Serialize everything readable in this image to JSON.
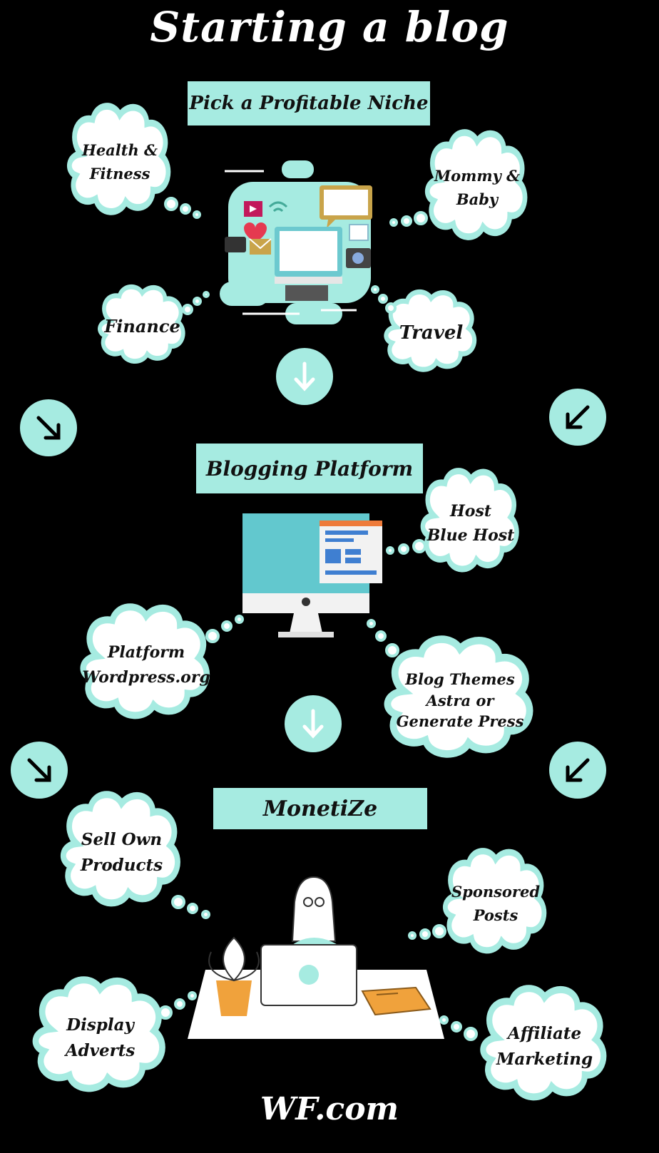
{
  "title": "Starting a blog",
  "sections": [
    {
      "heading": "Pick a Profitable Niche",
      "bubbles": [
        {
          "lines": [
            "Health &",
            "Fitness"
          ]
        },
        {
          "lines": [
            "Mommy &",
            "Baby"
          ]
        },
        {
          "lines": [
            "Finance"
          ]
        },
        {
          "lines": [
            "Travel"
          ]
        }
      ]
    },
    {
      "heading": "Blogging Platform",
      "bubbles": [
        {
          "lines": [
            "Host",
            "Blue Host"
          ]
        },
        {
          "lines": [
            "Platform",
            "Wordpress.org"
          ]
        },
        {
          "lines": [
            "Blog Themes",
            "Astra or",
            "Generate Press"
          ]
        }
      ]
    },
    {
      "heading": "MonetiZe",
      "bubbles": [
        {
          "lines": [
            "Sell Own",
            "Products"
          ]
        },
        {
          "lines": [
            "Sponsored",
            "Posts"
          ]
        },
        {
          "lines": [
            "Display",
            "Adverts"
          ]
        },
        {
          "lines": [
            "Affiliate",
            "Marketing"
          ]
        }
      ]
    }
  ],
  "footer": "WF.com",
  "colors": {
    "background": "#000000",
    "accent": "#a6ebe1",
    "bubble_fill": "#ffffff",
    "text": "#111111"
  },
  "icons": [
    "arrow-down-icon",
    "arrow-down-right-icon",
    "arrow-down-left-icon"
  ]
}
